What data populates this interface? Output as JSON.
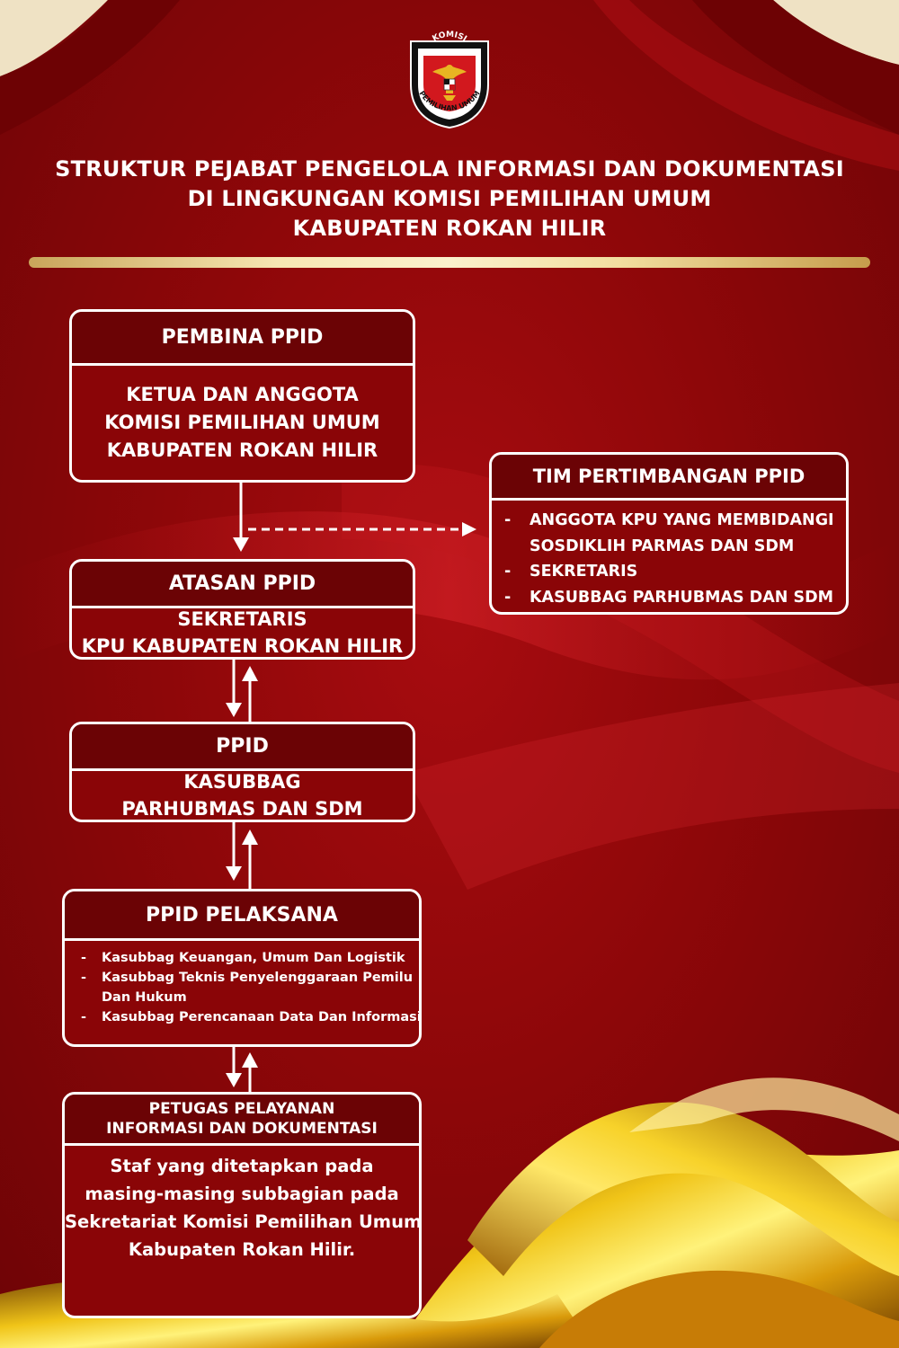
{
  "logo": {
    "top_text": "KOMISI",
    "bottom_text": "PEMILIHAN UMUM",
    "emblem": "garuda-emblem"
  },
  "title": {
    "lines": [
      "STRUKTUR PEJABAT PENGELOLA INFORMASI DAN DOKUMENTASI",
      "DI LINGKUNGAN KOMISI PEMILIHAN UMUM",
      "KABUPATEN ROKAN HILIR"
    ]
  },
  "colors": {
    "background": "#8e0709",
    "header": "#6b0305",
    "gold": "#e9c46a",
    "border": "#ffffff"
  },
  "pembina": {
    "heading": "PEMBINA PPID",
    "lines": [
      "KETUA DAN ANGGOTA",
      "KOMISI PEMILIHAN UMUM",
      "KABUPATEN ROKAN HILIR"
    ]
  },
  "atasan": {
    "heading": "ATASAN PPID",
    "lines": [
      "SEKRETARIS",
      "KPU KABUPATEN ROKAN HILIR"
    ]
  },
  "ppid": {
    "heading": "PPID",
    "lines": [
      "KASUBBAG",
      "PARHUBMAS DAN SDM"
    ]
  },
  "pelaksana": {
    "heading": "PPID PELAKSANA",
    "items": [
      "Kasubbag Keuangan, Umum Dan Logistik",
      "Kasubbag Teknis Penyelenggaraan Pemilu",
      "Dan Hukum",
      "Kasubbag Perencanaan Data Dan Informasi"
    ]
  },
  "petugas": {
    "heading_lines": [
      "PETUGAS PELAYANAN",
      "INFORMASI DAN DOKUMENTASI"
    ],
    "lines": [
      "Staf yang ditetapkan pada",
      "masing-masing subbagian pada",
      "Sekretariat Komisi Pemilihan Umum",
      "Kabupaten Rokan Hilir."
    ]
  },
  "tim": {
    "heading": "TIM PERTIMBANGAN PPID",
    "items": [
      "ANGGOTA KPU YANG MEMBIDANGI",
      "SOSDIKLIH PARMAS DAN SDM",
      "SEKRETARIS",
      "KASUBBAG PARHUBMAS DAN SDM"
    ],
    "dash": "-"
  }
}
